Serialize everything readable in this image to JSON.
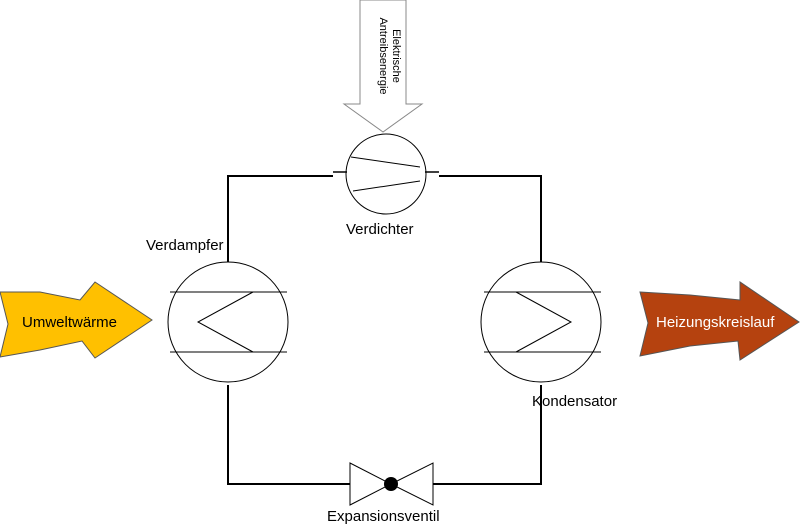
{
  "diagram": {
    "electric_energy_lines": [
      "Elektrische",
      "Antreibsenergie"
    ],
    "compressor_label": "Verdichter",
    "evaporator_label": "Verdampfer",
    "condenser_label": "Kondensator",
    "expansion_valve_label": "Expansionsventil",
    "ambient_heat_label": "Umweltwärme",
    "heating_circuit_label": "Heizungskreislauf"
  },
  "colors": {
    "ambient_heat_arrow": "#ffc000",
    "heating_circuit_arrow": "#b5420f",
    "ambient_heat_text": "#000000",
    "heating_circuit_text": "#ffffff",
    "lines": "#000000"
  }
}
